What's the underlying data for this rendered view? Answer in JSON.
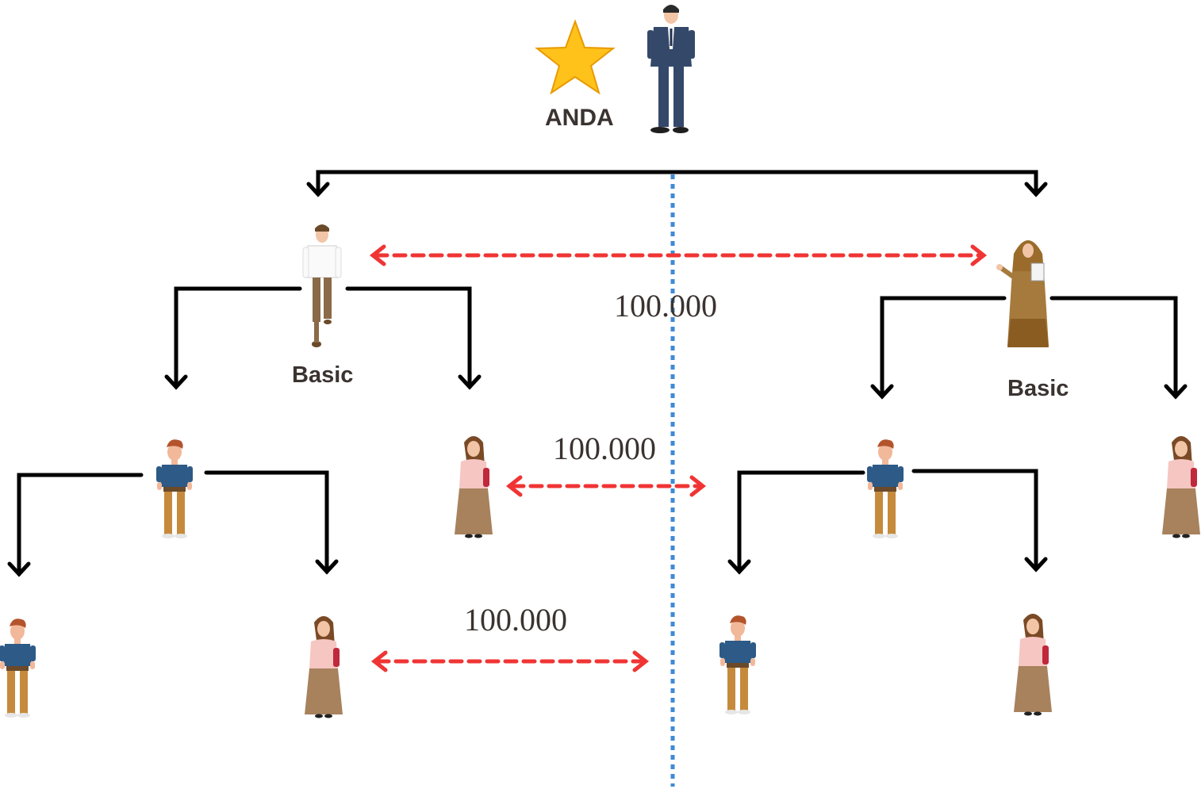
{
  "labels": {
    "top": "ANDA",
    "left_level1": "Basic",
    "right_level1": "Basic"
  },
  "amounts": {
    "level1": "100.000",
    "level2": "100.000",
    "level3": "100.000"
  },
  "colors": {
    "arrow": "#000000",
    "dashed_arrow": "#f03434",
    "center_line": "#3f8ad6",
    "label_text": "#3a3330",
    "star": "#ffc21a"
  },
  "icons": {
    "top": "businessman-icon",
    "badge": "star-icon",
    "male": "man-casual-icon",
    "female": "woman-casual-icon",
    "hijab": "woman-hijab-icon",
    "white_shirt": "man-white-shirt-icon"
  }
}
